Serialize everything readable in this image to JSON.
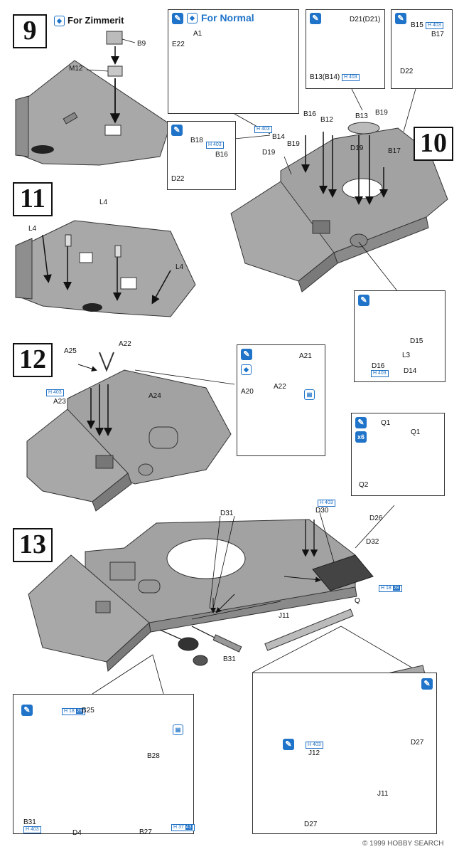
{
  "steps": {
    "s9": "9",
    "s10": "10",
    "s11": "11",
    "s12": "12",
    "s13": "13"
  },
  "titles": {
    "zimmerit": "For Zimmerit",
    "normal": "For Normal"
  },
  "icons": {
    "paint": "paint-brush-icon",
    "option": "option-choice-icon",
    "repeat": "x6",
    "part_ref": "metal-part-icon"
  },
  "paints": {
    "h403": "H 403",
    "h18_28": [
      "H 18",
      "28"
    ],
    "h37_43": [
      "H 37",
      "43"
    ]
  },
  "labels": {
    "b9": "B9",
    "m12": "M12",
    "a1": "A1",
    "e22": "E22",
    "d21": "D21(D21)",
    "b13b14": "B13(B14)",
    "b15": "B15",
    "b17_top": "B17",
    "d22_top": "D22",
    "b18": "B18",
    "b16_left": "B16",
    "d22_left": "D22",
    "b14": "B14",
    "b16": "B16",
    "b12": "B12",
    "b13": "B13",
    "b19_a": "B19",
    "b19_b": "B19",
    "d19_a": "D19",
    "d19_b": "D19",
    "b17": "B17",
    "l4_a": "L4",
    "l4_b": "L4",
    "l4_c": "L4",
    "d15": "D15",
    "l3": "L3",
    "d16": "D16",
    "d14": "D14",
    "a25": "A25",
    "a22": "A22",
    "a23": "A23",
    "a24": "A24",
    "a21": "A21",
    "a20": "A20",
    "a22_b": "A22",
    "q1_a": "Q1",
    "q1_b": "Q1",
    "q2": "Q2",
    "d31": "D31",
    "d30": "D30",
    "d26": "D26",
    "d32": "D32",
    "q": "Q",
    "j11": "J11",
    "b31": "B31",
    "b25": "B25",
    "b28": "B28",
    "b31_b": "B31",
    "d4": "D4",
    "b27": "B27",
    "d27_a": "D27",
    "j12": "J12",
    "j11_b": "J11",
    "d27_b": "D27"
  },
  "watermark": "© 1999 HOBBY SEARCH"
}
